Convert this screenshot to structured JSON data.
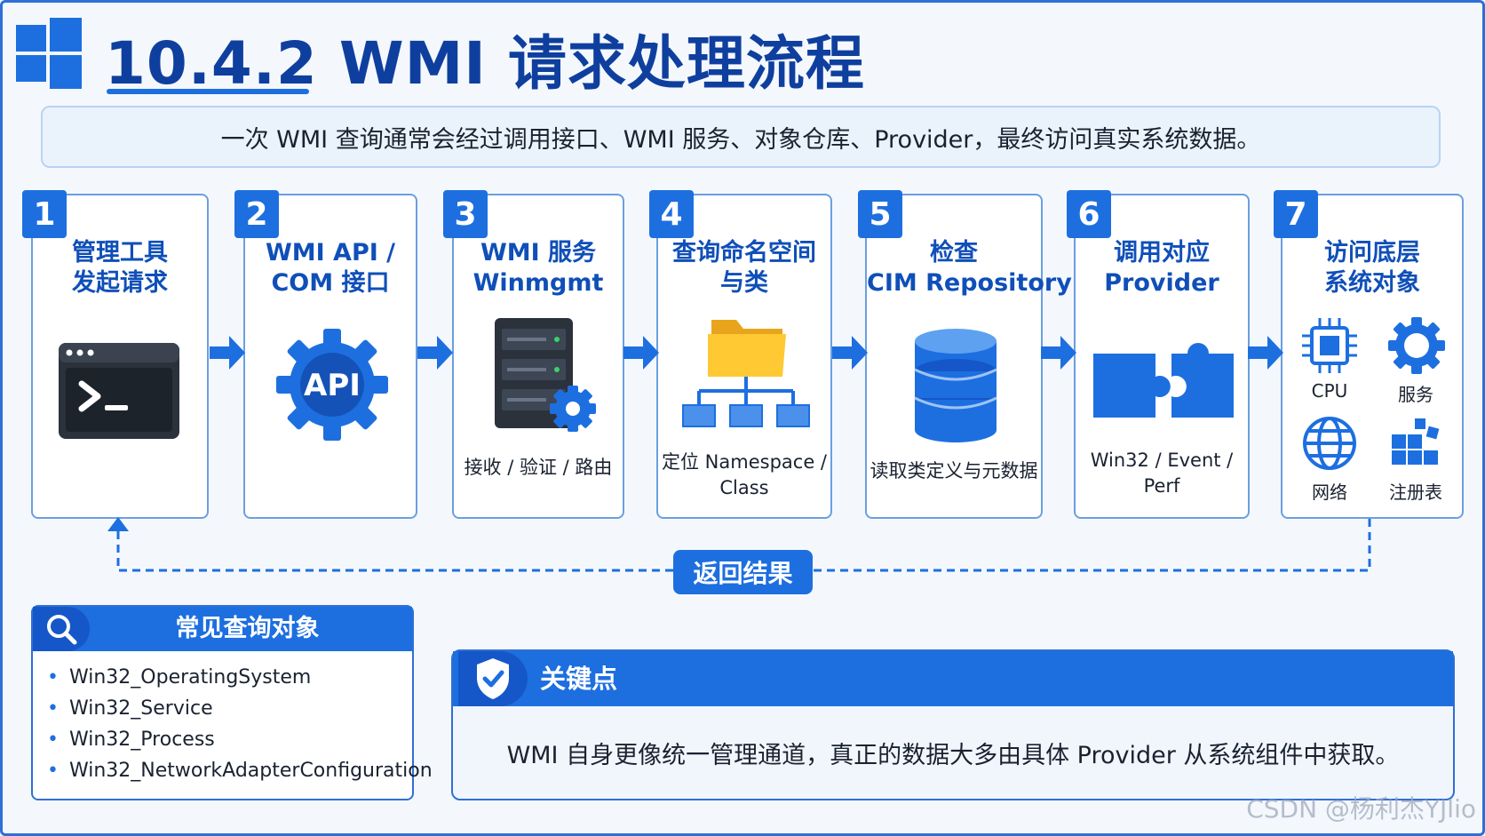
{
  "header": {
    "title": "10.4.2 WMI 请求处理流程",
    "summary": "一次 WMI 查询通常会经过调用接口、WMI 服务、对象仓库、Provider，最终访问真实系统数据。"
  },
  "steps": [
    {
      "num": "1",
      "title_lines": [
        "管理工具",
        "发起请求"
      ],
      "icon": "terminal-icon"
    },
    {
      "num": "2",
      "title_lines": [
        "WMI API /",
        "COM 接口"
      ],
      "icon": "api-gear-icon",
      "icon_text": "API"
    },
    {
      "num": "3",
      "title_lines": [
        "WMI 服务",
        "Winmgmt"
      ],
      "icon": "server-gear-icon",
      "caption_lines": [
        "接收 / 验证 / 路由"
      ]
    },
    {
      "num": "4",
      "title_lines": [
        "查询命名空间",
        "与类"
      ],
      "icon": "folder-tree-icon",
      "caption_lines": [
        "定位 Namespace /",
        "Class"
      ]
    },
    {
      "num": "5",
      "title_lines": [
        "检查",
        "CIM Repository"
      ],
      "icon": "database-icon",
      "caption_lines": [
        "读取类定义与元数据"
      ]
    },
    {
      "num": "6",
      "title_lines": [
        "调用对应",
        "Provider"
      ],
      "icon": "puzzle-icon",
      "caption_lines": [
        "Win32 / Event /",
        "Perf"
      ]
    },
    {
      "num": "7",
      "title_lines": [
        "访问底层",
        "系统对象"
      ],
      "icon": "system-objects-icon",
      "objects": [
        {
          "label": "CPU",
          "icon": "cpu-icon"
        },
        {
          "label": "服务",
          "icon": "gear-icon"
        },
        {
          "label": "网络",
          "icon": "globe-icon"
        },
        {
          "label": "注册表",
          "icon": "registry-blocks-icon"
        }
      ]
    }
  ],
  "return_label": "返回结果",
  "common_objects": {
    "title": "常见查询对象",
    "items": [
      "Win32_OperatingSystem",
      "Win32_Service",
      "Win32_Process",
      "Win32_NetworkAdapterConfiguration"
    ]
  },
  "key_point": {
    "title": "关键点",
    "text": "WMI 自身更像统一管理通道，真正的数据大多由具体 Provider 从系统组件中获取。"
  },
  "watermark": "CSDN @杨利杰YJlio",
  "colors": {
    "primary": "#1d6fe0",
    "dark_primary": "#0f3f9e",
    "border": "#6b9fe0"
  }
}
